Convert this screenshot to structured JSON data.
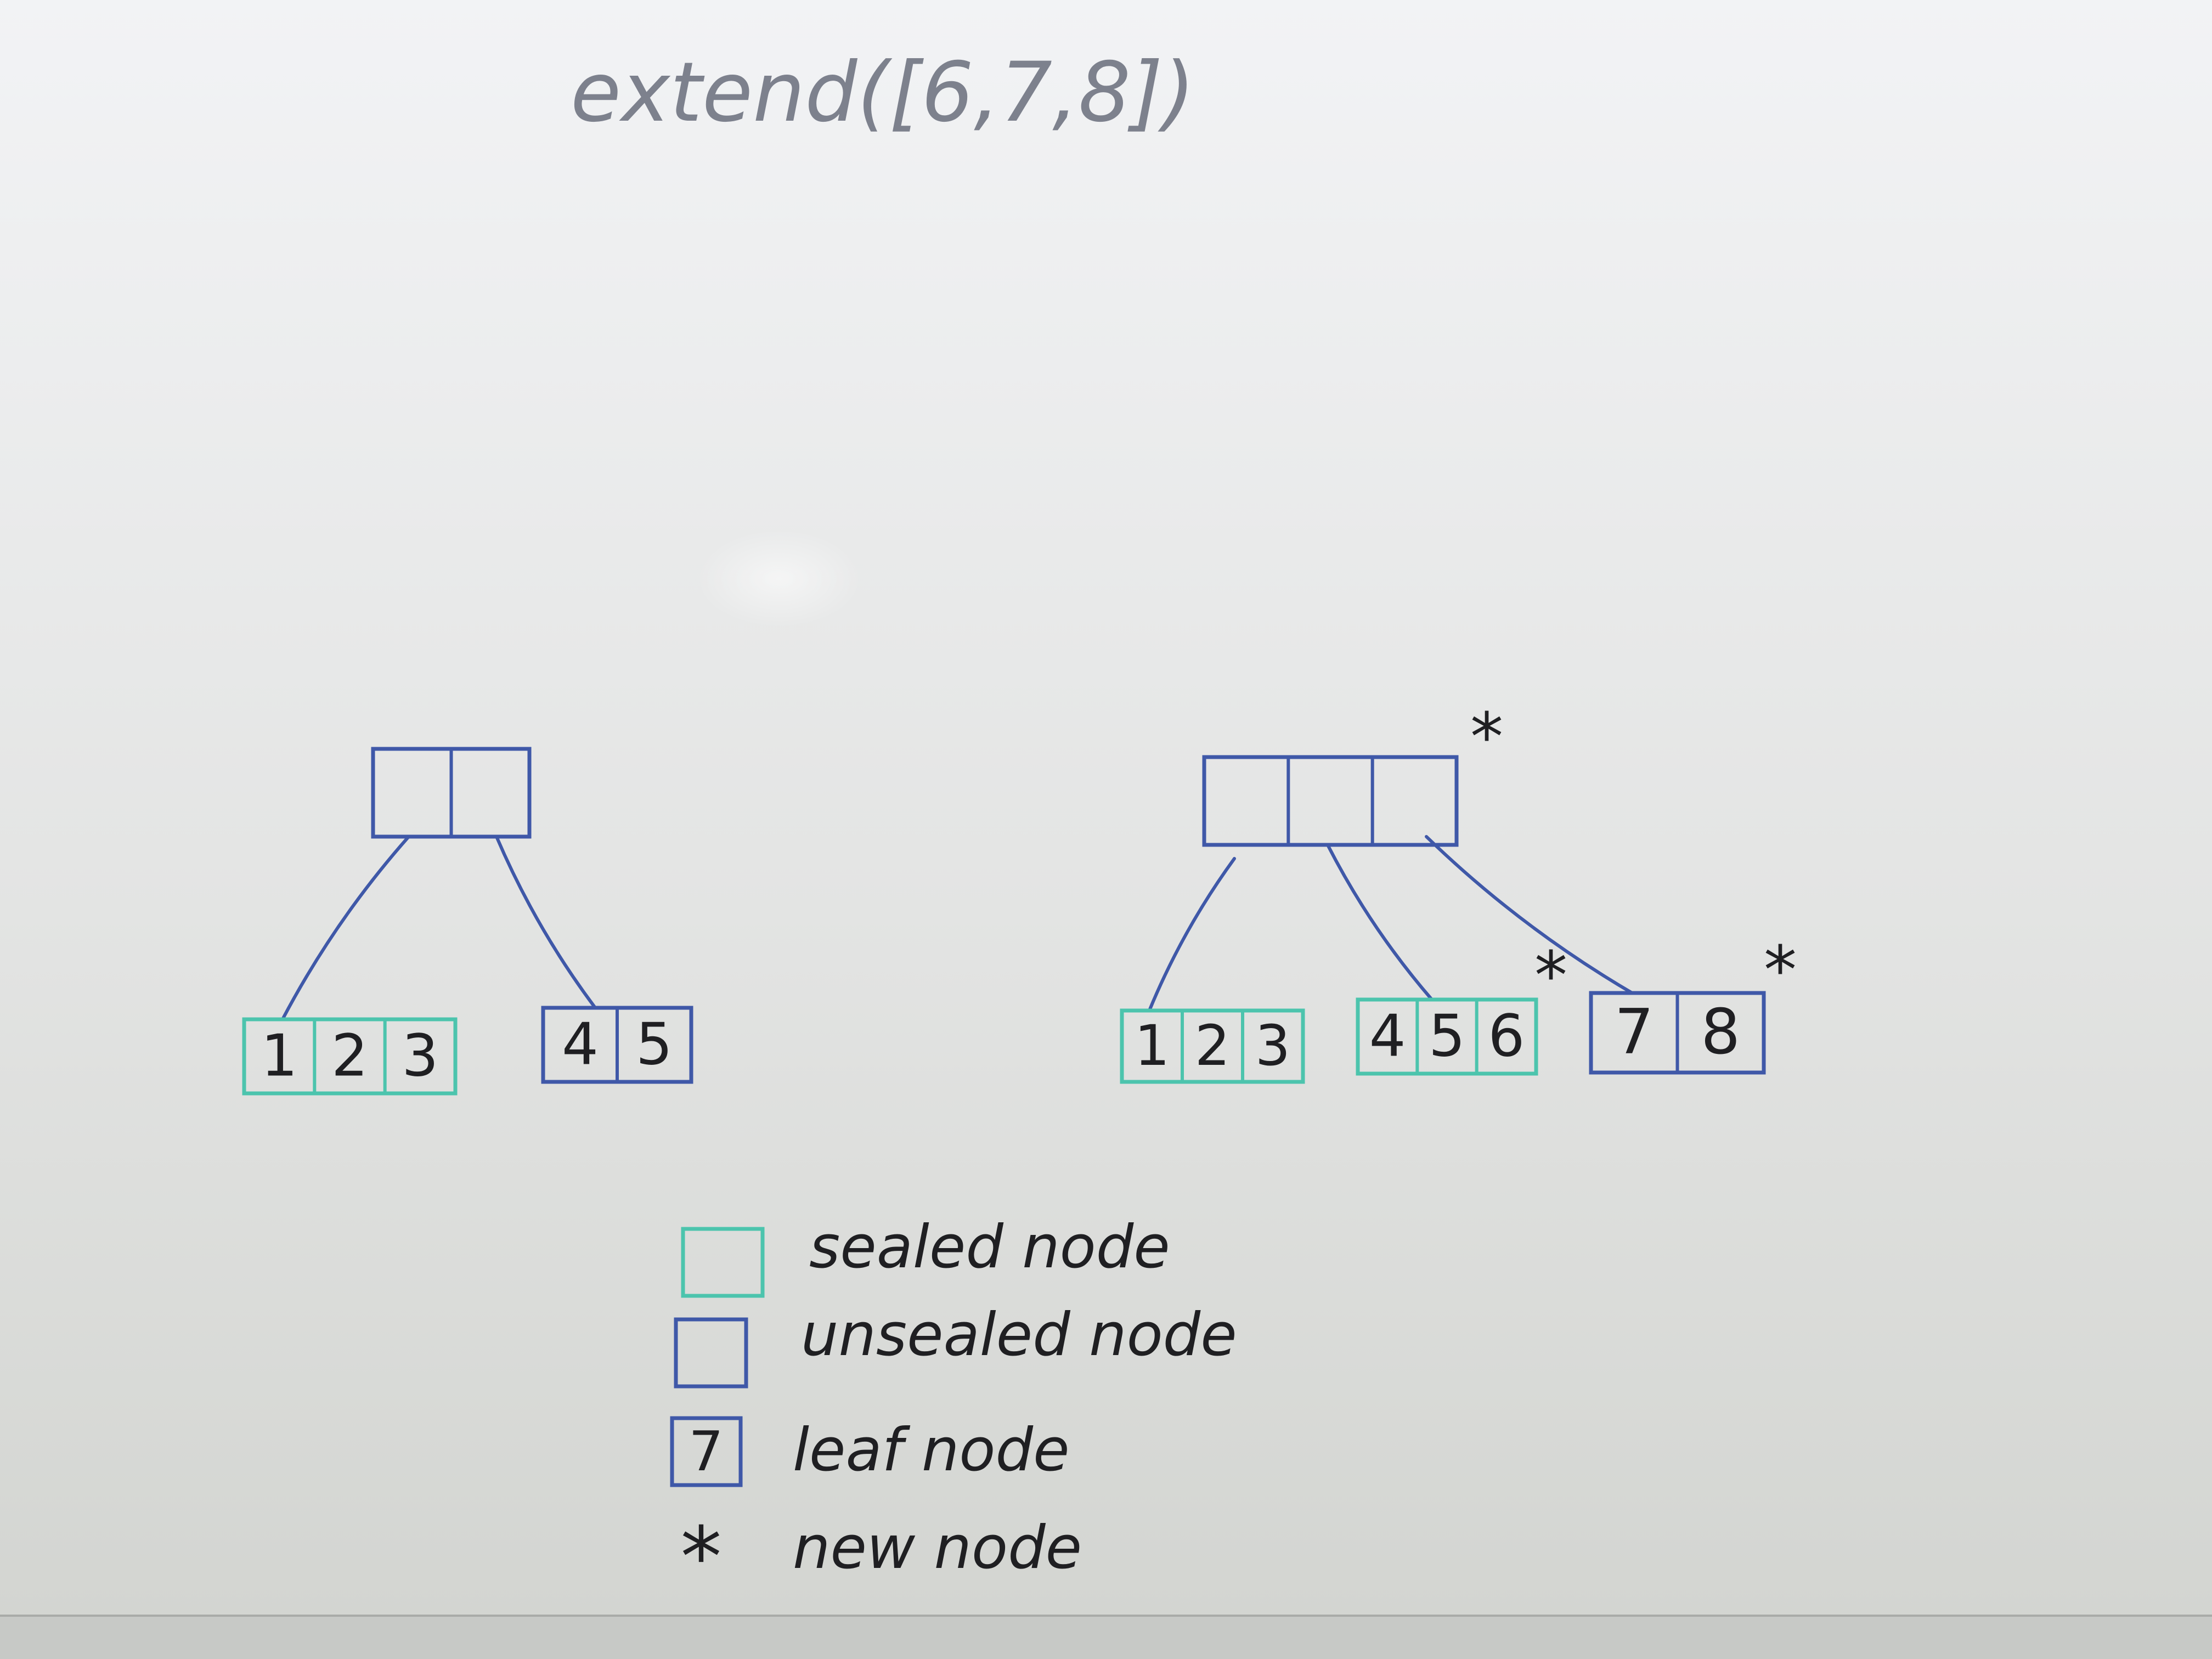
{
  "title": "extend([6,7,8])",
  "colors": {
    "board_top": "#f2f3f5",
    "board_mid": "#e3e4e3",
    "board_bottom": "#d2d4d0",
    "sealed": "#4cc4ad",
    "unsealed": "#3f58a8",
    "new_marker": "#e0322f",
    "ink": "#1f1f22",
    "title_ink": "#7d818d"
  },
  "trees": {
    "before": {
      "root": {
        "cells": [
          "",
          ""
        ],
        "kind": "unsealed",
        "is_new": false
      },
      "leaves": [
        {
          "cells": [
            "1",
            "2",
            "3"
          ],
          "kind": "sealed",
          "is_new": false
        },
        {
          "cells": [
            "4",
            "5"
          ],
          "kind": "unsealed",
          "is_new": false
        }
      ]
    },
    "after": {
      "root": {
        "cells": [
          "",
          "",
          ""
        ],
        "kind": "unsealed",
        "is_new": true
      },
      "leaves": [
        {
          "cells": [
            "1",
            "2",
            "3"
          ],
          "kind": "sealed",
          "is_new": false
        },
        {
          "cells": [
            "4",
            "5",
            "6"
          ],
          "kind": "sealed",
          "is_new": true
        },
        {
          "cells": [
            "7",
            "8"
          ],
          "kind": "unsealed",
          "is_new": true
        }
      ]
    }
  },
  "legend": {
    "items": [
      {
        "symbol": "sealed-box",
        "label": "sealed node"
      },
      {
        "symbol": "unsealed-box",
        "label": "unsealed node"
      },
      {
        "symbol": "leaf-box",
        "symbol_text": "7",
        "label": "leaf node"
      },
      {
        "symbol": "asterisk",
        "symbol_text": "*",
        "label": "new node"
      }
    ]
  }
}
